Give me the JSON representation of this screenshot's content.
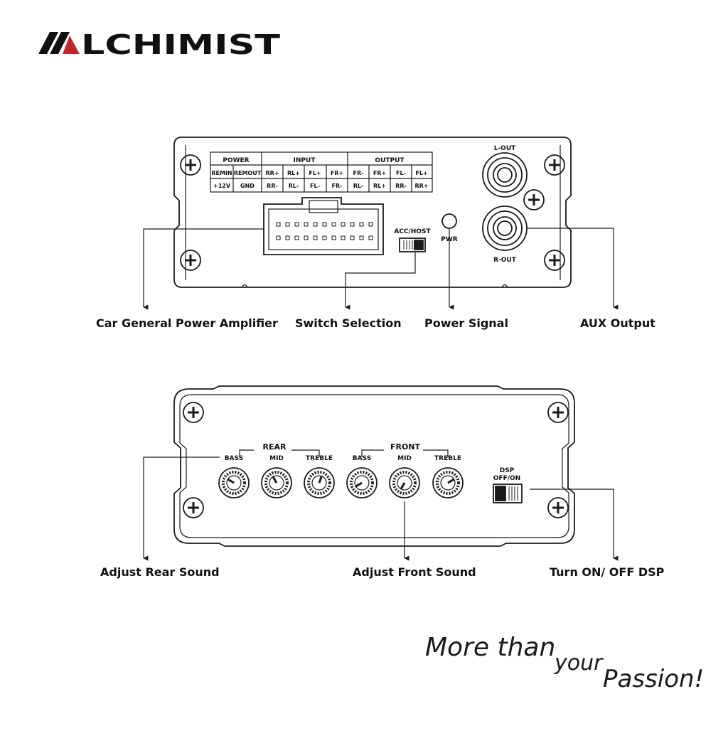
{
  "brand": {
    "name": "LCHIMIST",
    "slogan_line1": "More than",
    "slogan_line2": "your",
    "slogan_line3": "Passion!"
  },
  "colors": {
    "accent_red": "#c0272d",
    "line": "#1a1a1a",
    "panel_fill": "#ffffff"
  },
  "front_panel": {
    "terminal_table": {
      "group_headers": [
        "POWER",
        "INPUT",
        "OUTPUT"
      ],
      "row1": [
        "REMIN",
        "REMOUT",
        "RR+",
        "RL+",
        "FL+",
        "FR+",
        "FR-",
        "FR+",
        "FL-",
        "FL+"
      ],
      "row2": [
        "+12V",
        "GND",
        "RR-",
        "RL-",
        "FL-",
        "FR-",
        "RL-",
        "RL+",
        "RR-",
        "RR+"
      ]
    },
    "switch_label": "ACC/HOST",
    "led_label": "PWR",
    "l_out_label": "L-OUT",
    "r_out_label": "R-OUT"
  },
  "rear_panel": {
    "rear_group_label": "REAR",
    "front_group_label": "FRONT",
    "knob_labels": [
      "BASS",
      "MID",
      "TREBLE",
      "BASS",
      "MID",
      "TREBLE"
    ],
    "dsp_label_line1": "DSP",
    "dsp_label_line2": "OFF/ON"
  },
  "callouts": {
    "car_amp": "Car General Power Amplifier",
    "switch_selection": "Switch Selection",
    "power_signal": "Power Signal",
    "aux_output": "AUX Output",
    "adjust_rear": "Adjust Rear Sound",
    "adjust_front": "Adjust Front Sound",
    "dsp_toggle": "Turn ON/ OFF DSP"
  }
}
